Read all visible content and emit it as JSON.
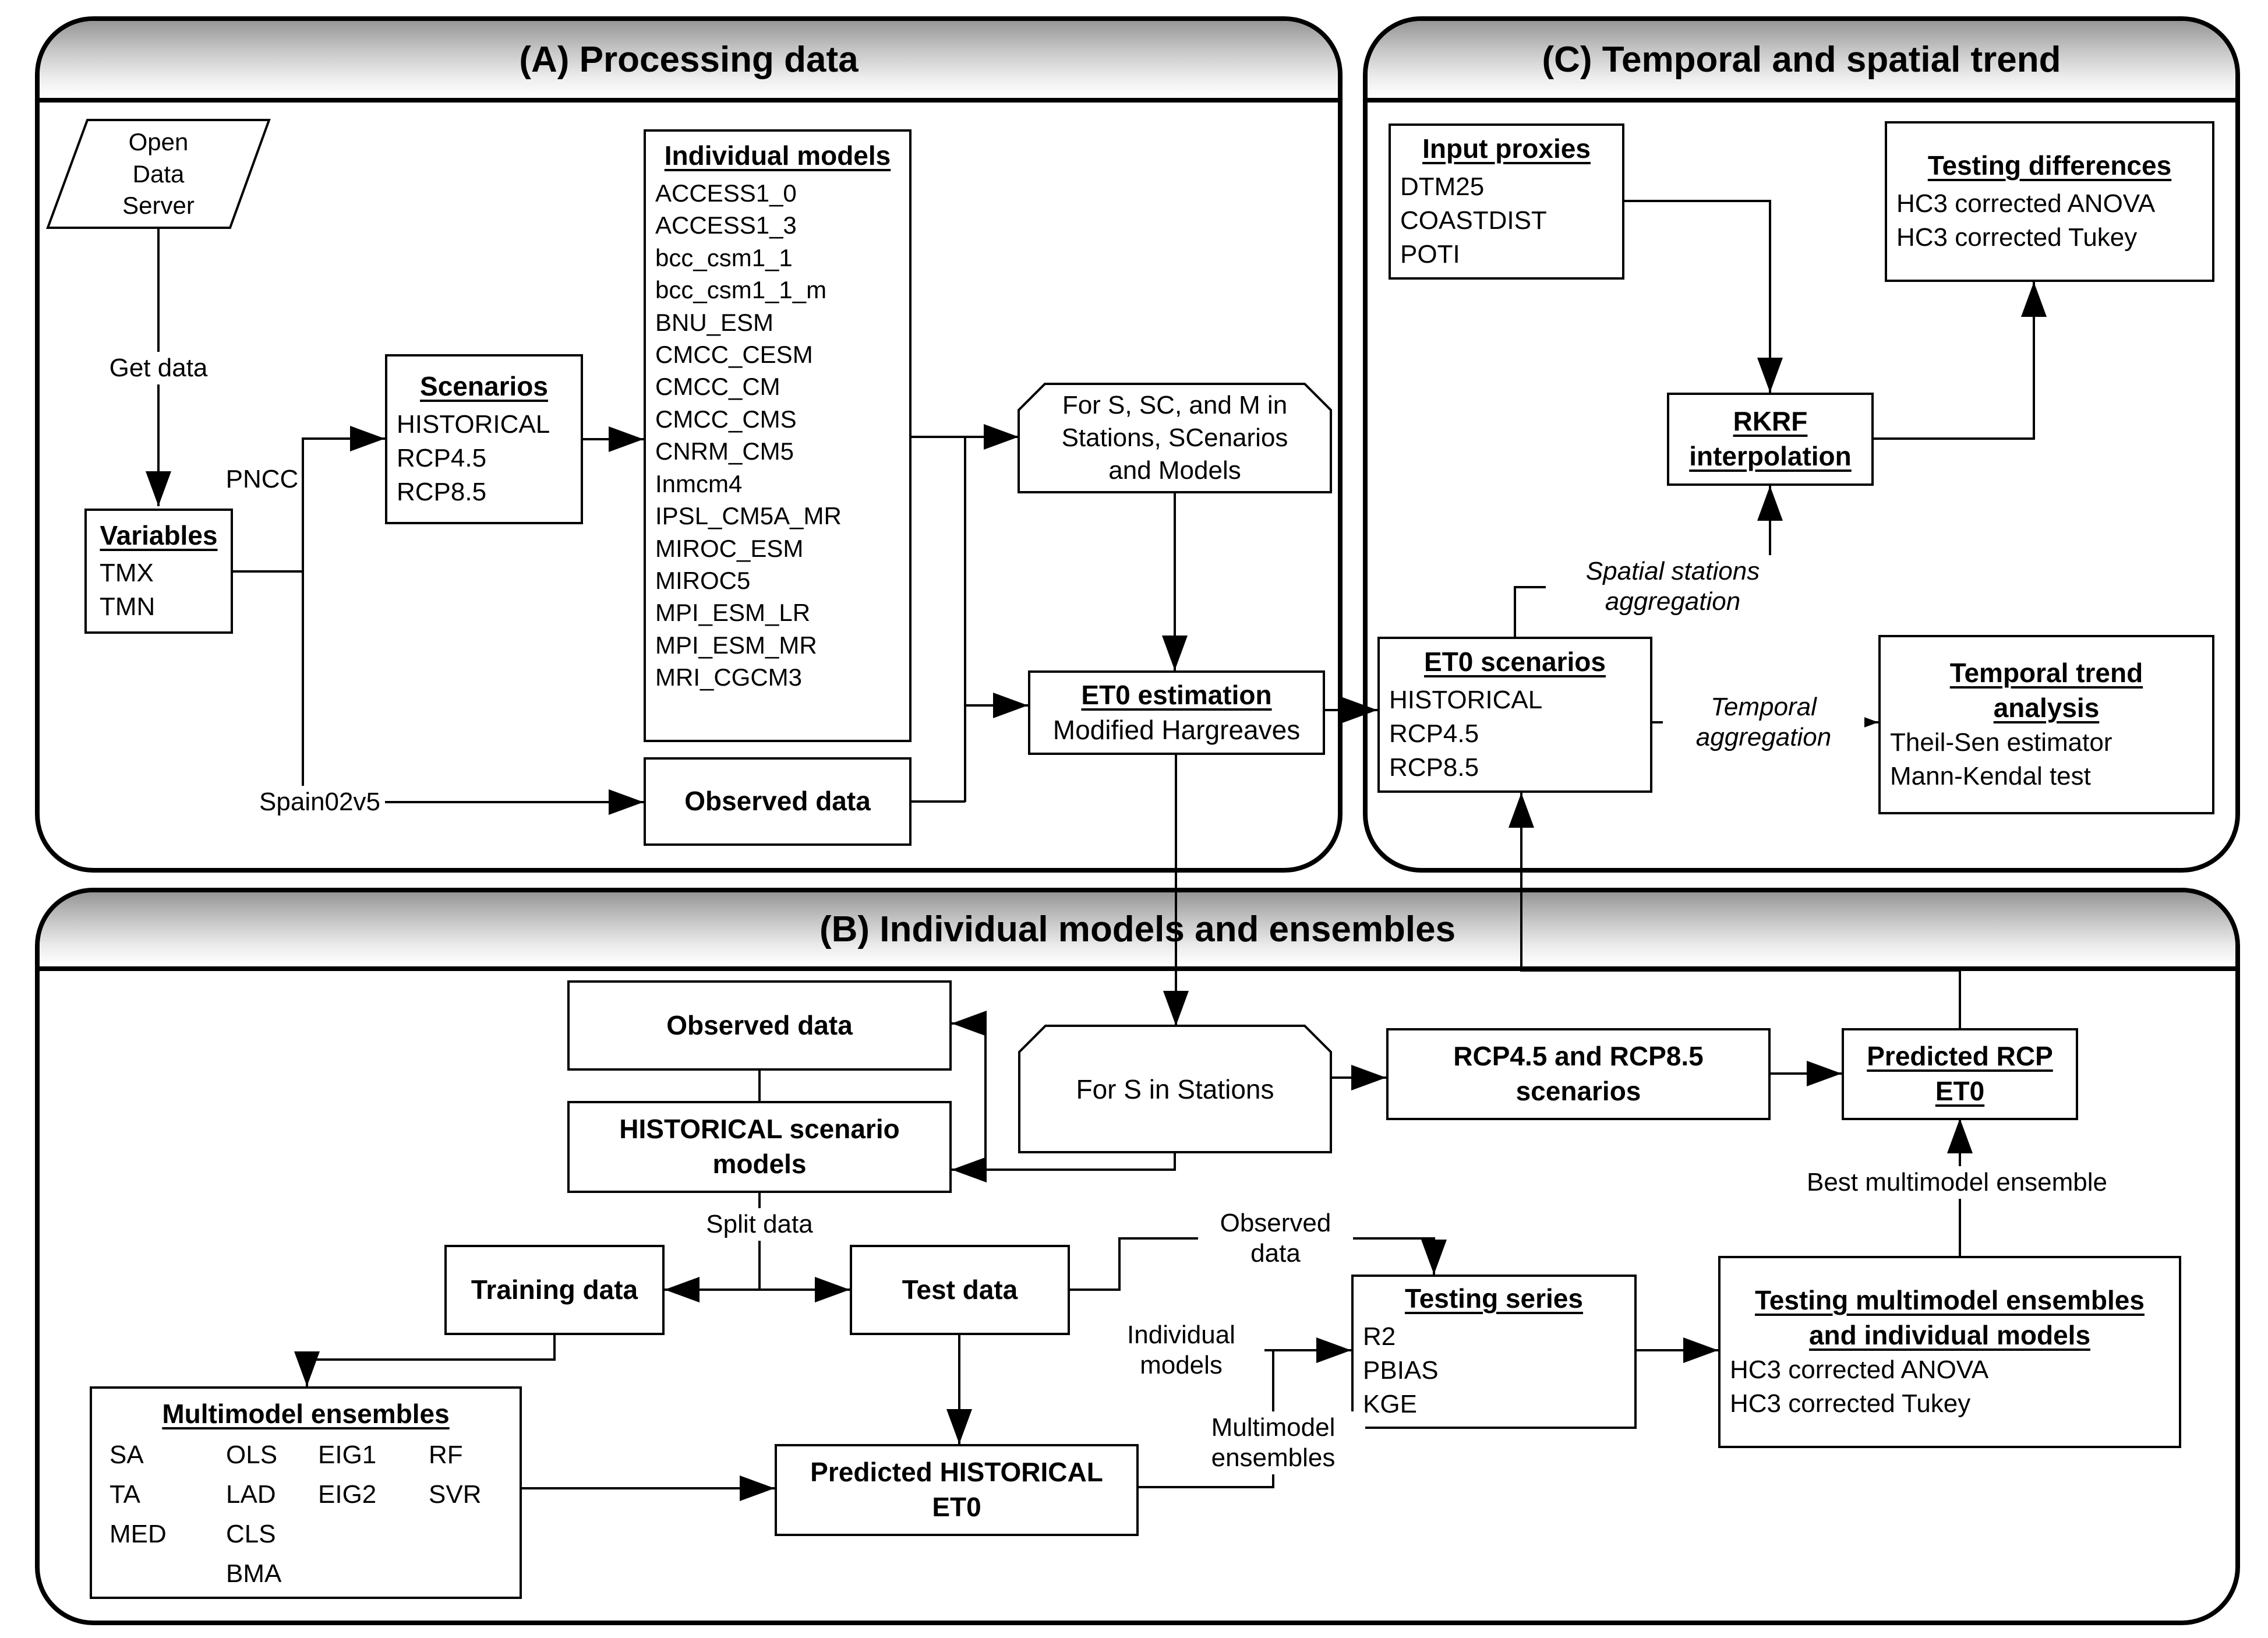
{
  "colors": {
    "ink": "#000000",
    "band_top": "#969696",
    "band_bottom": "#ffffff",
    "background": "#ffffff"
  },
  "sections": {
    "a": {
      "title": "(A) Processing data"
    },
    "b": {
      "title": "(B) Individual models and ensembles"
    },
    "c": {
      "title": "(C) Temporal and spatial trend"
    }
  },
  "a": {
    "open_data_server": [
      "Open",
      "Data",
      "Server"
    ],
    "get_data_label": "Get data",
    "variables": {
      "title": "Variables",
      "items": [
        "TMX",
        "TMN"
      ]
    },
    "pncc_label": "PNCC",
    "spain_label": "Spain02v5",
    "scenarios": {
      "title": "Scenarios",
      "items": [
        "HISTORICAL",
        "RCP4.5",
        "RCP8.5"
      ]
    },
    "individual_models": {
      "title": "Individual models",
      "items": [
        "ACCESS1_0",
        "ACCESS1_3",
        "bcc_csm1_1",
        "bcc_csm1_1_m",
        "BNU_ESM",
        "CMCC_CESM",
        "CMCC_CM",
        "CMCC_CMS",
        "CNRM_CM5",
        "Inmcm4",
        "IPSL_CM5A_MR",
        "MIROC_ESM",
        "MIROC5",
        "MPI_ESM_LR",
        "MPI_ESM_MR",
        "MRI_CGCM3"
      ]
    },
    "observed_data": "Observed data",
    "loop_all": [
      "For S, SC, and M in",
      "Stations, SCenarios",
      "and Models"
    ],
    "et0_estimation": {
      "title": "ET0 estimation",
      "subtitle": "Modified Hargreaves"
    }
  },
  "b": {
    "observed_data": "Observed data",
    "historical_models": "HISTORICAL scenario models",
    "split_data_label": "Split data",
    "training_data": "Training data",
    "test_data": "Test data",
    "multimodel_ensembles": {
      "title": "Multimodel ensembles",
      "col1": [
        "SA",
        "TA",
        "MED"
      ],
      "col2": [
        "OLS",
        "LAD",
        "CLS",
        "BMA"
      ],
      "col3": [
        "EIG1",
        "EIG2"
      ],
      "col4": [
        "RF",
        "SVR"
      ]
    },
    "predicted_historical_et0": "Predicted HISTORICAL ET0",
    "loop_stations": "For S in Stations",
    "rcp_scenarios": "RCP4.5 and RCP8.5 scenarios",
    "predicted_rcp_et0": "Predicted RCP ET0",
    "observed_data_label": "Observed data",
    "individual_models_label": "Individual models",
    "multimodel_ensembles_label": "Multimodel ensembles",
    "best_multimodel_label": "Best multimodel ensemble",
    "testing_series": {
      "title": "Testing series",
      "items": [
        "R2",
        "PBIAS",
        "KGE"
      ]
    },
    "testing_multimodel": {
      "title_lines": [
        "Testing multimodel ensembles",
        "and individual models"
      ],
      "items": [
        "HC3 corrected ANOVA",
        "HC3 corrected Tukey"
      ]
    }
  },
  "c": {
    "input_proxies": {
      "title": "Input proxies",
      "items": [
        "DTM25",
        "COASTDIST",
        "POTI"
      ]
    },
    "testing_differences": {
      "title": "Testing differences",
      "items": [
        "HC3 corrected ANOVA",
        "HC3 corrected Tukey"
      ]
    },
    "rkrf": [
      "RKRF",
      "interpolation"
    ],
    "spatial_label": "Spatial stations aggregation",
    "et0_scenarios": {
      "title": "ET0 scenarios",
      "items": [
        "HISTORICAL",
        "RCP4.5",
        "RCP8.5"
      ]
    },
    "temporal_label": "Temporal aggregation",
    "temporal_trend": {
      "title_lines": [
        "Temporal trend",
        "analysis"
      ],
      "items": [
        "Theil-Sen estimator",
        "Mann-Kendal test"
      ]
    }
  }
}
